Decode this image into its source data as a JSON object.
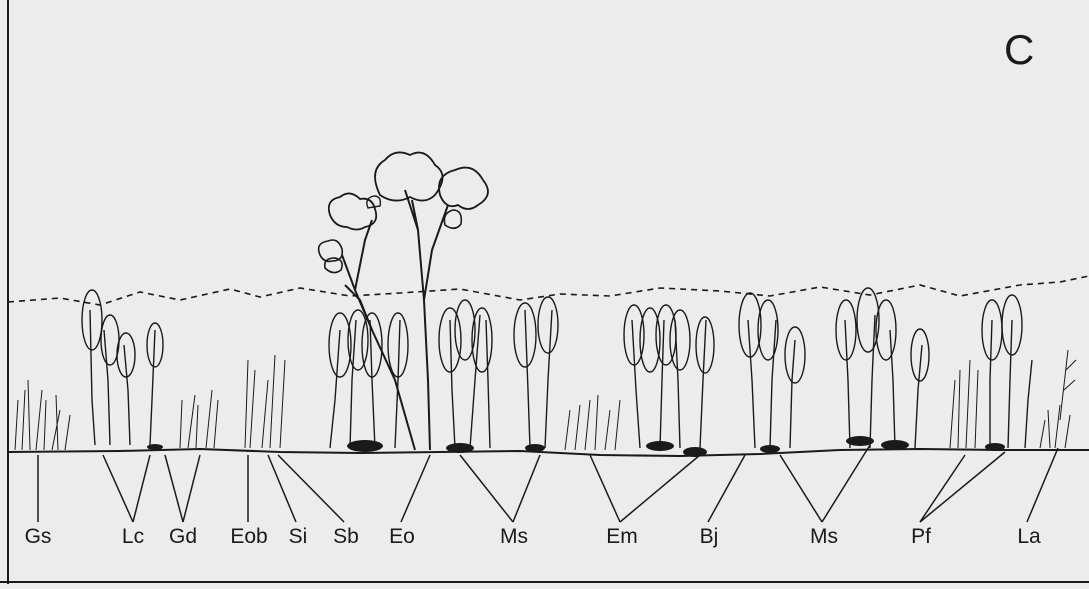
{
  "panel": {
    "letter": "C"
  },
  "labels": {
    "gs": "Gs",
    "lc": "Lc",
    "gd": "Gd",
    "eob": "Eob",
    "si": "Si",
    "sb": "Sb",
    "eo": "Eo",
    "ms1": "Ms",
    "em": "Em",
    "bj": "Bj",
    "ms2": "Ms",
    "pf": "Pf",
    "la": "La"
  }
}
